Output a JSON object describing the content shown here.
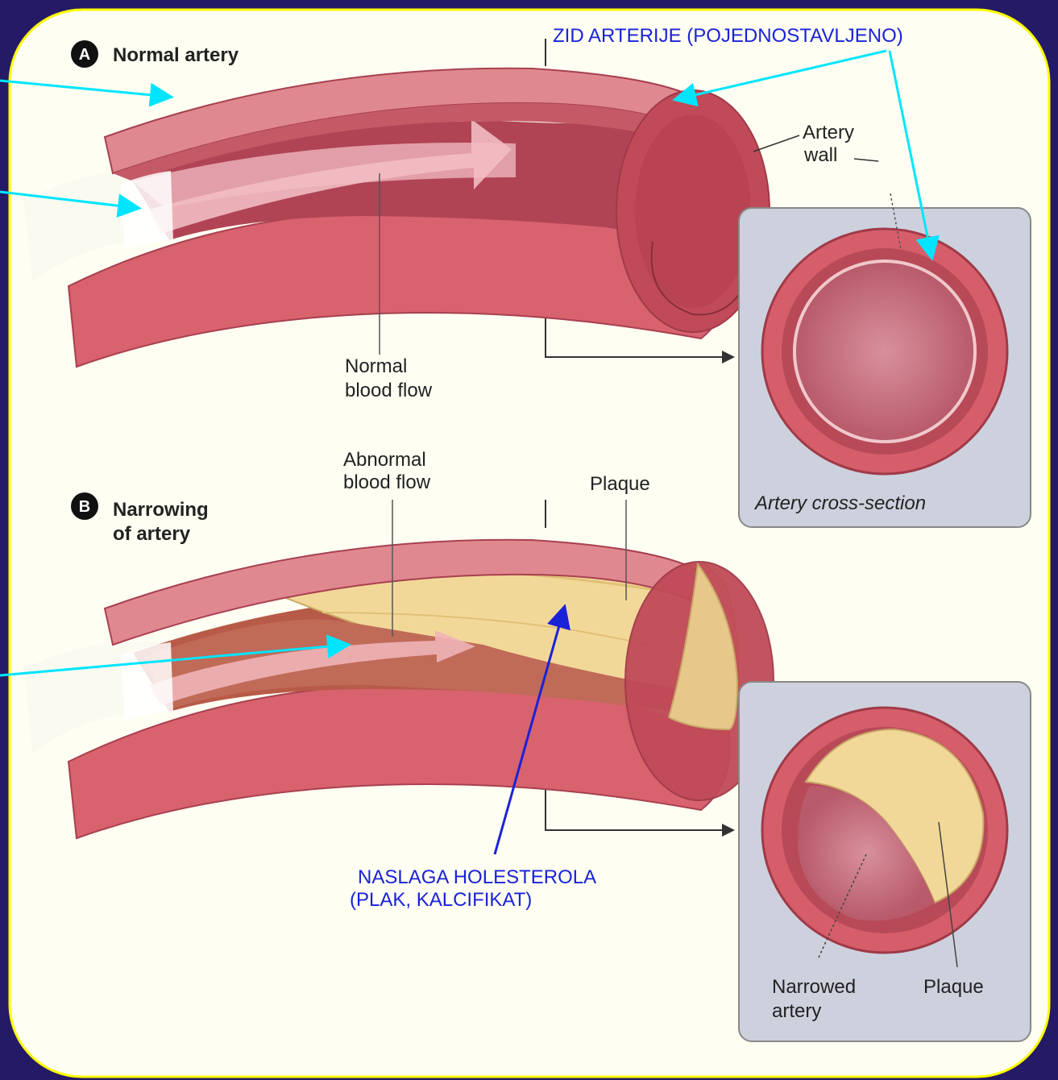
{
  "panel_a": {
    "badge": "A",
    "title": "Normal artery",
    "artery_wall": [
      "Artery",
      "wall"
    ],
    "normal_blood_flow": [
      "Normal",
      "blood flow"
    ],
    "cross_section_caption": "Artery cross-section"
  },
  "panel_b": {
    "badge": "B",
    "title": [
      "Narrowing",
      "of artery"
    ],
    "abnormal_blood_flow": [
      "Abnormal",
      "blood flow"
    ],
    "plaque": "Plaque",
    "narrowed_artery": [
      "Narrowed",
      "artery"
    ],
    "plaque_cross": "Plaque"
  },
  "annotations": {
    "zid": "ZID  ARTERIJE (POJEDNOSTAVLJENO)",
    "naslaga": [
      "NASLAGA HOLESTEROLA",
      "(PLAK, KALCIFIKAT)"
    ]
  },
  "colors": {
    "background": "#241a66",
    "panel": "#fefef2",
    "panel_border": "#ffff00",
    "artery_outer": "#d65e6a",
    "artery_inner": "#b84050",
    "lumen": "#c87080",
    "plaque": "#f0d490",
    "cyan_arrow": "#00e5ff",
    "blue_arrow": "#1a22d8"
  }
}
